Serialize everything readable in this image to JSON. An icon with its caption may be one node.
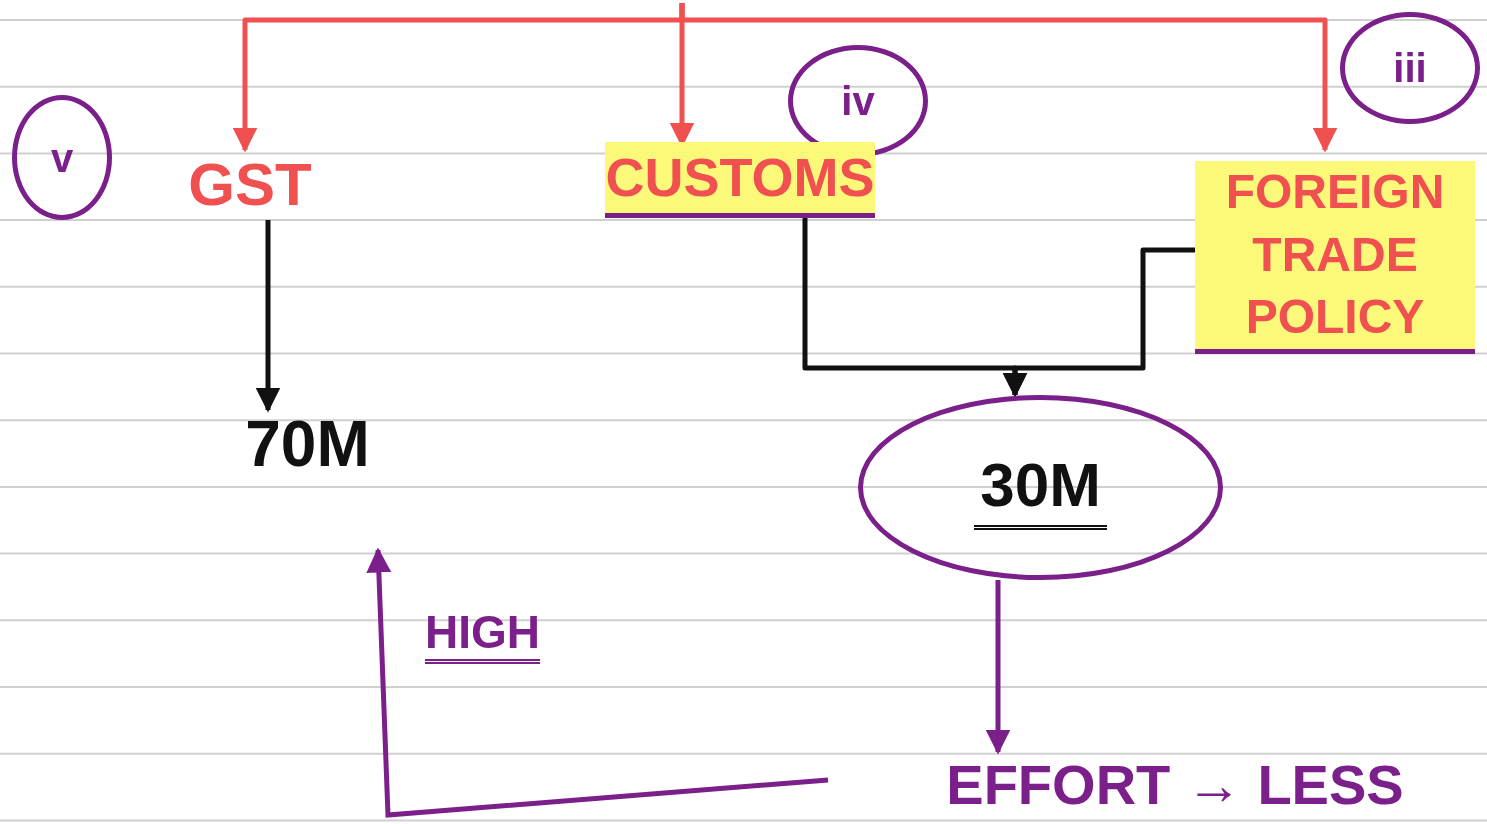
{
  "diagram": {
    "nodes": [
      {
        "text": [
          "v"
        ]
      },
      {
        "text": [
          "GST"
        ]
      },
      {
        "text": [
          "iv"
        ]
      },
      {
        "text": [
          "CUSTOMS"
        ]
      },
      {
        "text": [
          "iii"
        ]
      },
      {
        "text": [
          "FOREIGN TRADE POLICY"
        ]
      },
      {
        "text": [
          "70M"
        ]
      },
      {
        "text": [
          "30M"
        ]
      },
      {
        "text": [
          "EFFORT → LESS"
        ]
      }
    ],
    "edges": [
      {
        "from": null,
        "to": 1,
        "arrow": "to",
        "color": "#f0504f"
      },
      {
        "from": null,
        "to": 3,
        "arrow": "to",
        "color": "#f0504f"
      },
      {
        "from": null,
        "to": 5,
        "arrow": "to",
        "color": "#f0504f"
      },
      {
        "from": 1,
        "to": 6,
        "arrow": "to",
        "color": "#111111"
      },
      {
        "from": 3,
        "to": 7,
        "arrow": "to",
        "color": "#111111"
      },
      {
        "from": 5,
        "to": 7,
        "arrow": "to",
        "color": "#111111"
      },
      {
        "from": 7,
        "to": 8,
        "arrow": "to",
        "color": "#7b1f8a"
      }
    ],
    "labels": [
      "HIGH"
    ]
  }
}
